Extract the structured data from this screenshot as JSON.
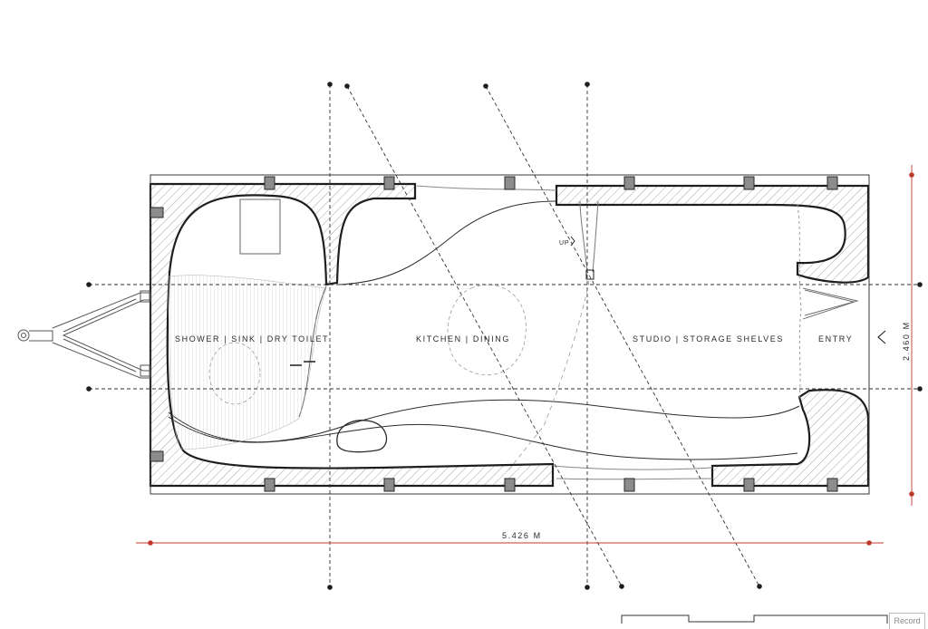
{
  "labels": {
    "zone_bath": "SHOWER | SINK | DRY TOILET",
    "zone_kitchen": "KITCHEN | DINING",
    "zone_studio": "STUDIO | STORAGE SHELVES",
    "zone_entry": "ENTRY",
    "stair_note": "UP",
    "length_dim": "5.426 M",
    "width_dim": "2.460 M"
  },
  "toolbar": {
    "record_label": "Record"
  },
  "colors": {
    "line": "#1e1e1e",
    "hatch": "#9a9a9a",
    "dimension": "#c0392b",
    "post_fill": "#8c8c8c"
  }
}
